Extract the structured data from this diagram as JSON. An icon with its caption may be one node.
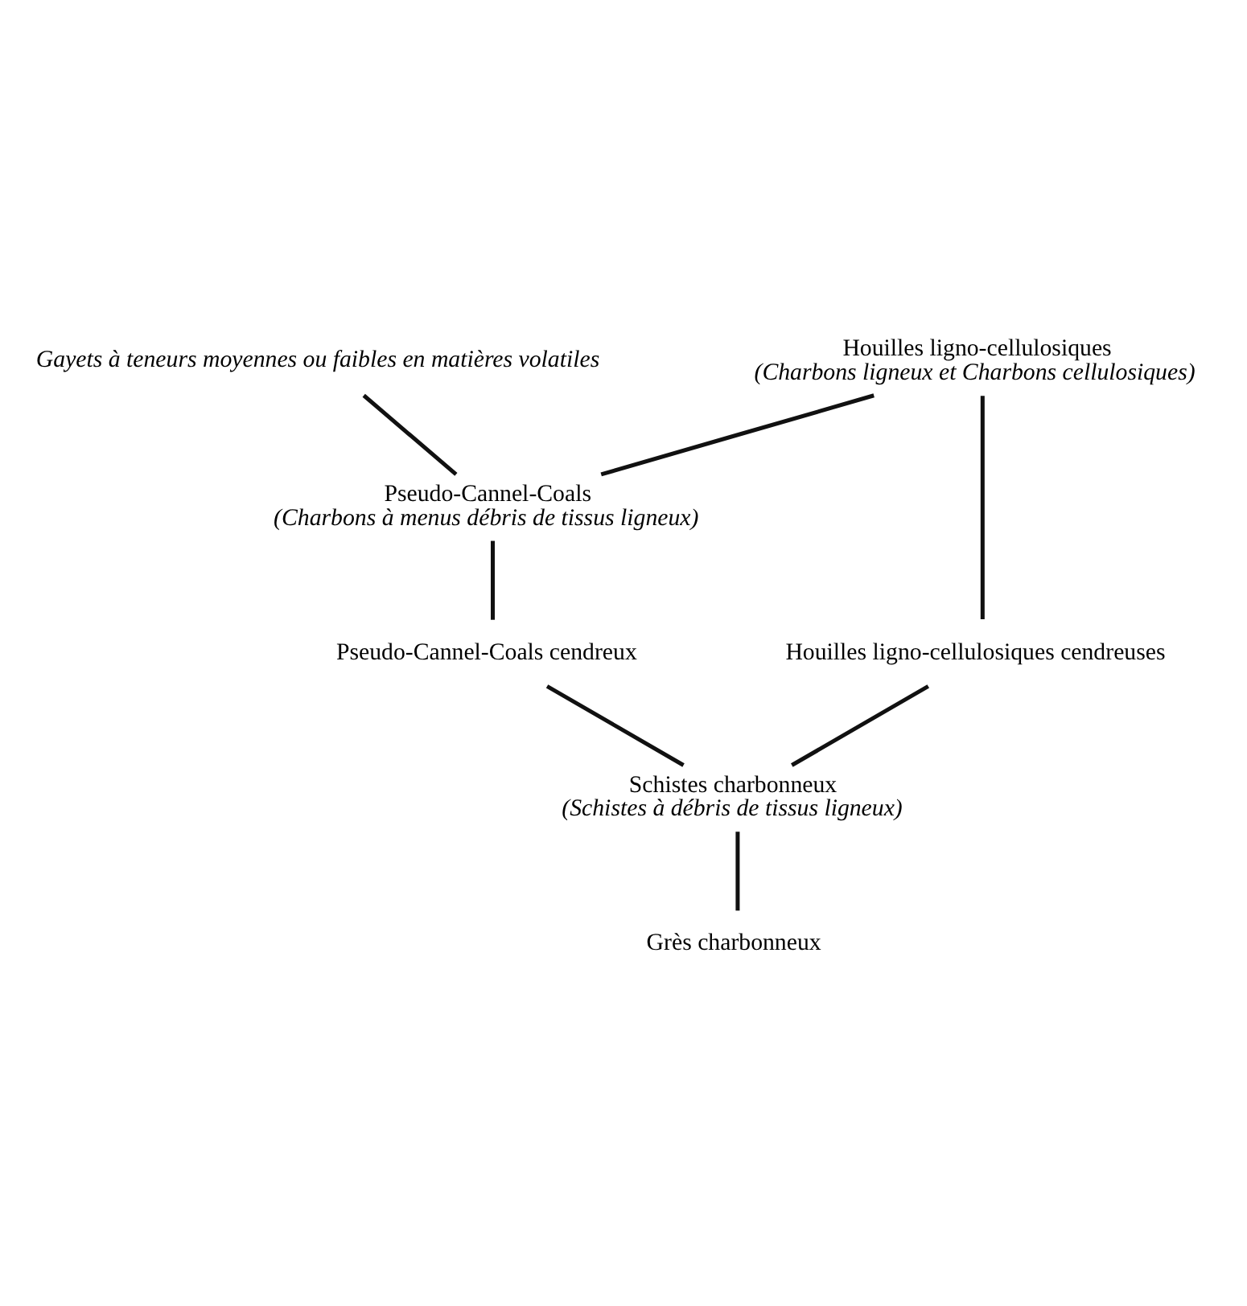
{
  "diagram": {
    "nodes": [
      {
        "text": [
          "Houilles ligno-cellulosiques",
          "(Charbons ligneux et Charbons cellulosiques)"
        ]
      },
      {
        "text": [
          "Gayets à teneurs moyennes ou faibles en matières volatiles"
        ]
      },
      {
        "text": [
          "Pseudo-Cannel-Coals",
          "(Charbons à menus débris de tissus ligneux)"
        ]
      },
      {
        "text": [
          "Houilles ligno-cellulosiques cendreuses"
        ]
      },
      {
        "text": [
          "Pseudo-Cannel-Coals cendreux"
        ]
      },
      {
        "text": [
          "Schistes charbonneux",
          "(Schistes à débris de tissus ligneux)"
        ]
      },
      {
        "text": [
          "Grès charbonneux"
        ]
      }
    ],
    "edges": [
      {
        "from": 0,
        "to": 3,
        "arrow": "none"
      },
      {
        "from": 0,
        "to": 2,
        "arrow": "none"
      },
      {
        "from": 1,
        "to": 2,
        "arrow": "none"
      },
      {
        "from": 2,
        "to": 4,
        "arrow": "none"
      },
      {
        "from": 3,
        "to": 5,
        "arrow": "none"
      },
      {
        "from": 4,
        "to": 5,
        "arrow": "none"
      },
      {
        "from": 5,
        "to": 6,
        "arrow": "none"
      }
    ]
  }
}
